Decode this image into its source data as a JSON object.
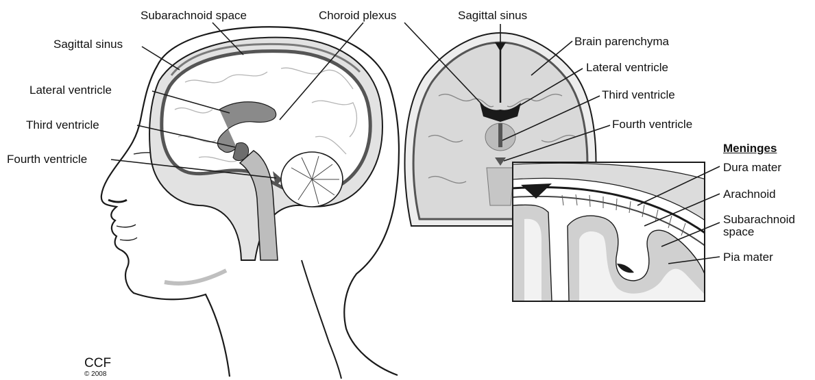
{
  "head_labels": {
    "subarachnoid_space": "Subarachnoid space",
    "choroid_plexus": "Choroid plexus",
    "sagittal_sinus": "Sagittal sinus",
    "lateral_ventricle": "Lateral ventricle",
    "third_ventricle": "Third ventricle",
    "fourth_ventricle": "Fourth ventricle"
  },
  "coronal_labels": {
    "sagittal_sinus": "Sagittal sinus",
    "brain_parenchyma": "Brain parenchyma",
    "lateral_ventricle": "Lateral ventricle",
    "third_ventricle": "Third ventricle",
    "fourth_ventricle": "Fourth ventricle"
  },
  "meninges": {
    "heading": "Meninges",
    "dura_mater": "Dura mater",
    "arachnoid": "Arachnoid",
    "subarachnoid_line1": "Subarachnoid",
    "subarachnoid_line2": "space",
    "pia_mater": "Pia mater"
  },
  "credit": {
    "logo": "CCF",
    "year": "© 2008"
  },
  "colors": {
    "line": "#1a1a1a",
    "dark_gray": "#555555",
    "mid_gray": "#9a9a9a",
    "light_gray": "#d4d4d4",
    "paper": "#ffffff"
  }
}
